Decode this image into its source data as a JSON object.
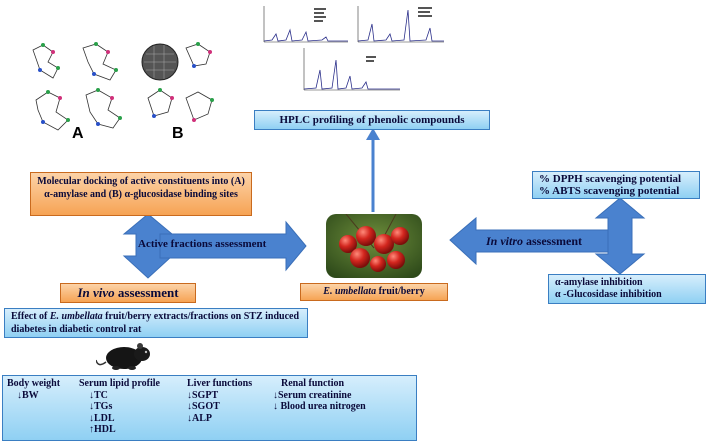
{
  "labels": {
    "a": "A",
    "b": "B"
  },
  "hplc": {
    "title": "HPLC profiling of phenolic compounds"
  },
  "docking": {
    "text": "Molecular docking of active constituents into (A) α-amylase and (B) α-glucosidase binding sites"
  },
  "center": {
    "active_fractions": "Active fractions assessment",
    "fruit_label_italic": "E. umbellata",
    "fruit_label_rest": " fruit/berry"
  },
  "invivo": {
    "italic": "In vivo",
    "rest": " assessment"
  },
  "invitro": {
    "italic": "In vitro",
    "rest": " assessment"
  },
  "antioxidant": {
    "line1": "% DPPH scavenging potential",
    "line2": "% ABTS scavenging potential"
  },
  "enzyme": {
    "line1": "α-amylase inhibition",
    "line2": "α -Glucosidase inhibition"
  },
  "effect": {
    "part1": "Effect of ",
    "italic": "E. umbellata",
    "part2": " fruit/berry extracts/fractions on STZ induced diabetes in diabetic control rat"
  },
  "results": {
    "body_weight": {
      "title": "Body weight",
      "items": [
        "↓BW"
      ]
    },
    "serum_lipid": {
      "title": "Serum lipid profile",
      "items": [
        "↓TC",
        "↓TGs",
        "↓LDL",
        "↑HDL"
      ]
    },
    "liver": {
      "title": "Liver functions",
      "items": [
        "↓SGPT",
        "↓SGOT",
        "↓ALP"
      ]
    },
    "renal": {
      "title": "Renal function",
      "items": [
        "↓Serum creatinine",
        "↓ Blood urea nitrogen"
      ]
    }
  },
  "colors": {
    "blue_arrow": "#4a82cf",
    "orange_box": "#f6a354",
    "blue_box": "#8fd0f3",
    "berry": "#c8201c"
  }
}
